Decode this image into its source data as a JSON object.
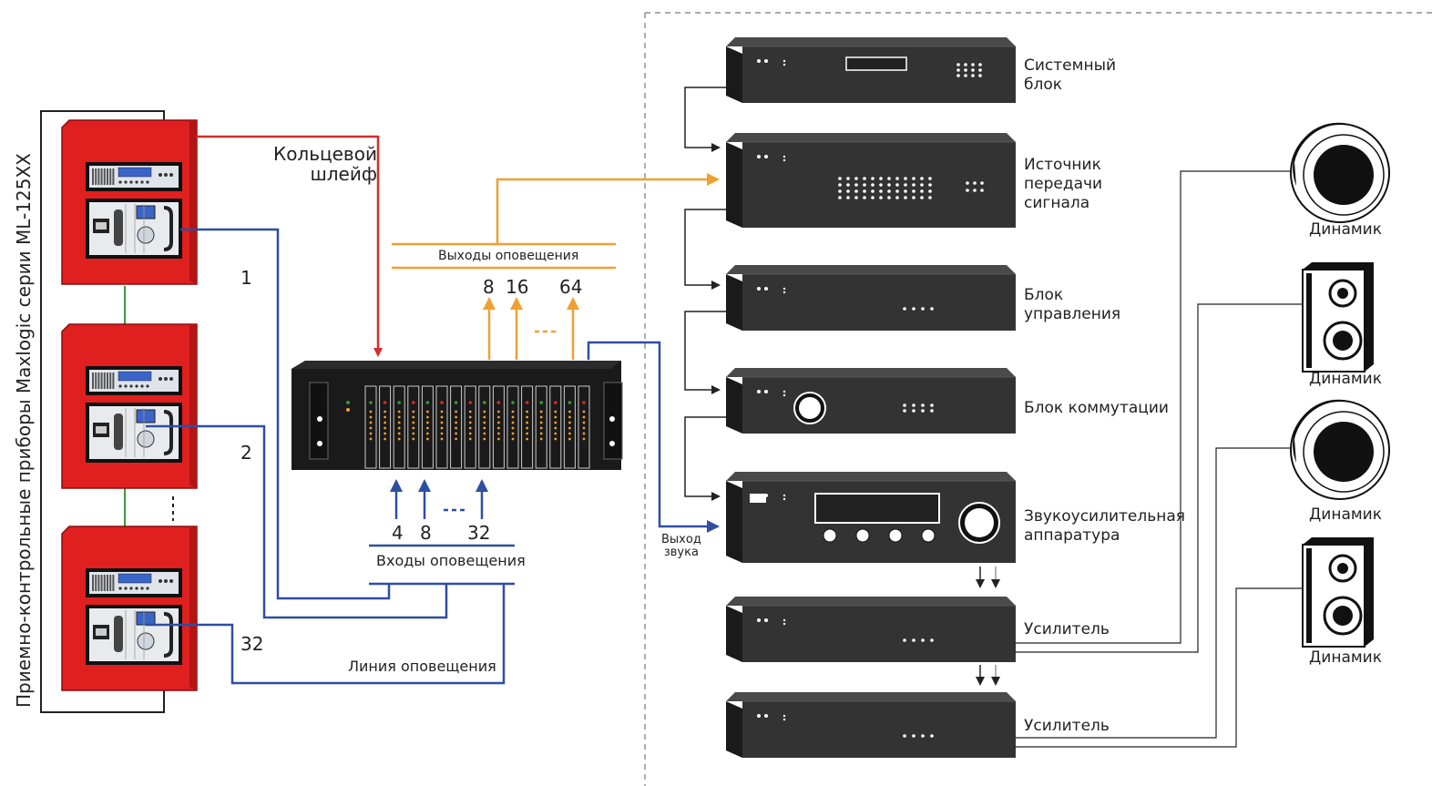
{
  "panels_caption": "Приемно-контрольные приборы Maxlogic серии ML-125XX",
  "loop_label": [
    "Кольцевой",
    "шлейф"
  ],
  "panel_numbers": [
    "1",
    "2",
    "32"
  ],
  "outputs_label": "Выходы оповещения",
  "output_numbers": [
    "8",
    "16",
    "64"
  ],
  "inputs_label": "Входы оповещения",
  "input_numbers": [
    "4",
    "8",
    "32"
  ],
  "line_label": "Линия оповещения",
  "audio_out_label": [
    "Выход",
    "звука"
  ],
  "devices": [
    {
      "name": [
        "Системный",
        "блок"
      ]
    },
    {
      "name": [
        "Источник",
        "передачи",
        "сигнала"
      ]
    },
    {
      "name": [
        "Блок",
        "управления"
      ]
    },
    {
      "name": [
        "Блок коммутации"
      ]
    },
    {
      "name": [
        "Звукоусилительная",
        "аппаратура"
      ]
    },
    {
      "name": [
        "Усилитель"
      ]
    },
    {
      "name": [
        "Усилитель"
      ]
    }
  ],
  "speakers": [
    "Динамик",
    "Динамик",
    "Динамик",
    "Динамик"
  ],
  "colors": {
    "red": "#d62b2b",
    "blue": "#2e4ea3",
    "orange": "#f0a030",
    "green": "#3a9a3a",
    "device": "#333333"
  }
}
